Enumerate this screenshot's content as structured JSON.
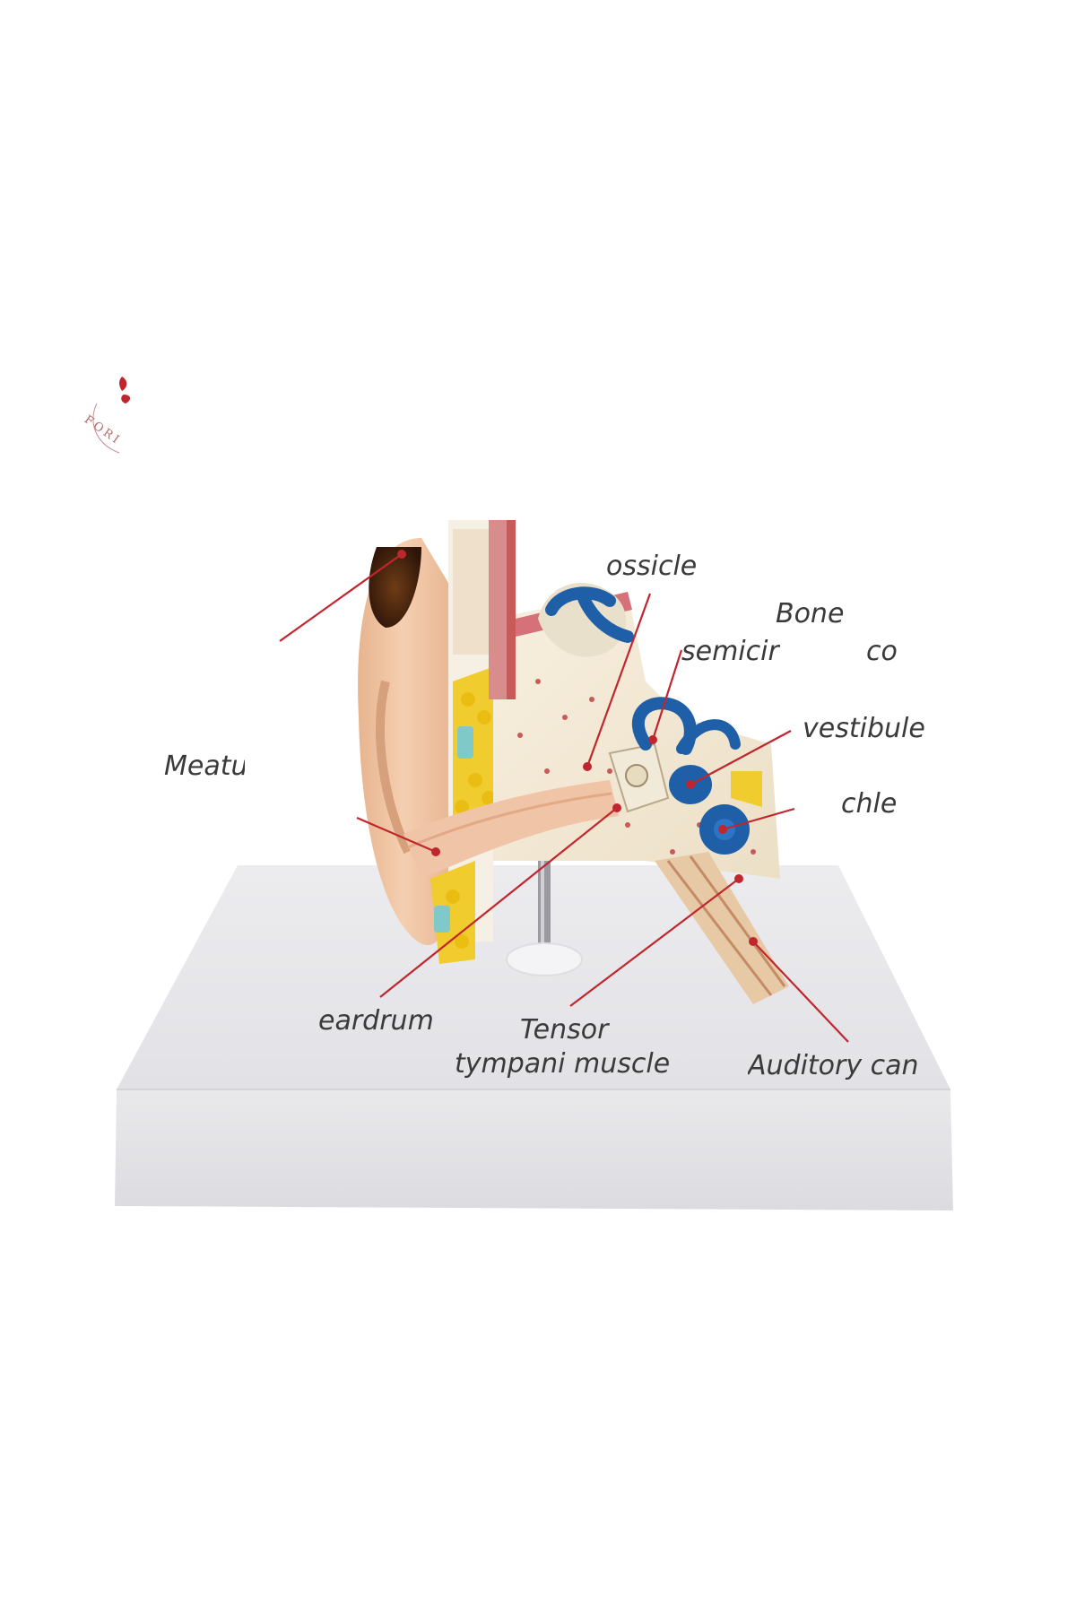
{
  "labels": {
    "ossicle": "ossicle",
    "bone": "Bone",
    "semicircular": "semicirc",
    "co": "co",
    "vestibule": "vestibule",
    "chle": "chle",
    "meatus": "Meatu",
    "eardrum": "eardrum",
    "tensor_line1": "Tensor",
    "tensor_line2": "tympani muscle",
    "auditory": "Auditory can"
  },
  "logo": {
    "text": "FORI"
  },
  "colors": {
    "leader_line": "#c0262d",
    "label_text": "#3a3a3a",
    "base": "#e6e6ea",
    "skin": "#f2c9a8",
    "fat": "#f1cc2e",
    "inner_ear_blue": "#1f5fa8"
  }
}
